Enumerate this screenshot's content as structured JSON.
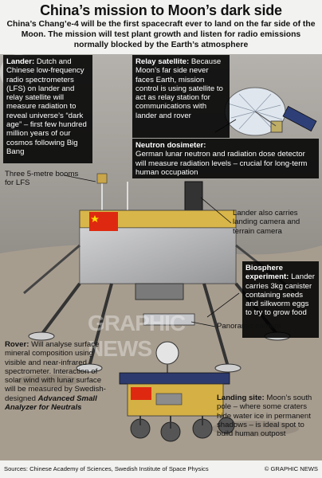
{
  "header": {
    "title": "China’s mission to Moon’s dark side",
    "subtitle": "China’s Chang’e-4 will be the first spacecraft ever to land on the far side of the Moon. The mission will test plant growth and listen for radio emissions normally blocked by the Earth’s atmosphere"
  },
  "lander": {
    "label": "Lander:",
    "text": "Dutch and Chinese low-frequency radio spectrometers (LFS) on lander and relay satellite will measure radiation to reveal universe’s “dark age” – first few hundred million years of our cosmos following Big Bang"
  },
  "relay": {
    "label": "Relay satellite:",
    "text": "Because Moon’s far side never faces Earth, mission control is using satellite to act as relay station for communications with lander and rover"
  },
  "neutron": {
    "label": "Neutron dosimeter:",
    "text": "German lunar neutron and radiation dose detector will measure radiation levels – crucial for long-term human occupation"
  },
  "booms": {
    "text": "Three 5-metre booms for LFS"
  },
  "cameras": {
    "text": "Lander also carries landing camera and terrain camera"
  },
  "biosphere": {
    "label": "Biosphere experiment:",
    "text": "Lander carries 3kg canister containing seeds and silkworm eggs to try to grow food"
  },
  "panoramic": {
    "text": "Panoramic camera"
  },
  "rover": {
    "label": "Rover:",
    "text": "Will analyse surface mineral composition using visible and near-infrared spectrometer. Interaction of solar wind with lunar surface will be measured by Swedish-designed",
    "instrument": "Advanced Small Analyzer for Neutrals"
  },
  "landing_site": {
    "label": "Landing site:",
    "text": "Moon’s south pole – where some craters hide water ice in permanent shadows – is ideal spot to build human outpost"
  },
  "footer": {
    "sources": "Sources: Chinese Academy of Sciences, Swedish Institute of Space Physics",
    "copyright": "© GRAPHIC NEWS"
  },
  "watermark": {
    "text": "GRAPHIC NEWS"
  },
  "colors": {
    "flag_red": "#de2910",
    "flag_yellow": "#ffde00",
    "panel_dark": "#111111"
  }
}
